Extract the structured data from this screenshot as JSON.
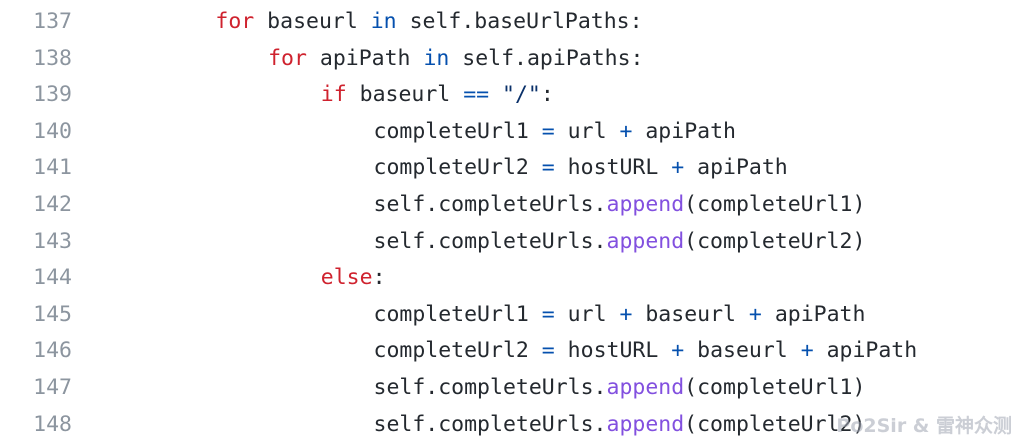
{
  "colors": {
    "keyword": "#cf222e",
    "operator": "#0550ae",
    "string": "#0a3069",
    "function": "#8250df",
    "text": "#24292f",
    "line_number": "#8c959f"
  },
  "lines": [
    {
      "number": "137",
      "indent": 2,
      "tokens": [
        {
          "t": "kw",
          "v": "for"
        },
        {
          "t": "plain",
          "v": " baseurl "
        },
        {
          "t": "op",
          "v": "in"
        },
        {
          "t": "plain",
          "v": " self.baseUrlPaths:"
        }
      ]
    },
    {
      "number": "138",
      "indent": 3,
      "tokens": [
        {
          "t": "kw",
          "v": "for"
        },
        {
          "t": "plain",
          "v": " apiPath "
        },
        {
          "t": "op",
          "v": "in"
        },
        {
          "t": "plain",
          "v": " self.apiPaths:"
        }
      ]
    },
    {
      "number": "139",
      "indent": 4,
      "tokens": [
        {
          "t": "kw",
          "v": "if"
        },
        {
          "t": "plain",
          "v": " baseurl "
        },
        {
          "t": "op",
          "v": "=="
        },
        {
          "t": "plain",
          "v": " "
        },
        {
          "t": "str",
          "v": "\"/\""
        },
        {
          "t": "plain",
          "v": ":"
        }
      ]
    },
    {
      "number": "140",
      "indent": 5,
      "tokens": [
        {
          "t": "plain",
          "v": "completeUrl1 "
        },
        {
          "t": "op",
          "v": "="
        },
        {
          "t": "plain",
          "v": " url "
        },
        {
          "t": "op",
          "v": "+"
        },
        {
          "t": "plain",
          "v": " apiPath"
        }
      ]
    },
    {
      "number": "141",
      "indent": 5,
      "tokens": [
        {
          "t": "plain",
          "v": "completeUrl2 "
        },
        {
          "t": "op",
          "v": "="
        },
        {
          "t": "plain",
          "v": " hostURL "
        },
        {
          "t": "op",
          "v": "+"
        },
        {
          "t": "plain",
          "v": " apiPath"
        }
      ]
    },
    {
      "number": "142",
      "indent": 5,
      "tokens": [
        {
          "t": "plain",
          "v": "self.completeUrls."
        },
        {
          "t": "fn",
          "v": "append"
        },
        {
          "t": "plain",
          "v": "(completeUrl1)"
        }
      ]
    },
    {
      "number": "143",
      "indent": 5,
      "tokens": [
        {
          "t": "plain",
          "v": "self.completeUrls."
        },
        {
          "t": "fn",
          "v": "append"
        },
        {
          "t": "plain",
          "v": "(completeUrl2)"
        }
      ]
    },
    {
      "number": "144",
      "indent": 4,
      "tokens": [
        {
          "t": "kw",
          "v": "else"
        },
        {
          "t": "plain",
          "v": ":"
        }
      ]
    },
    {
      "number": "145",
      "indent": 5,
      "tokens": [
        {
          "t": "plain",
          "v": "completeUrl1 "
        },
        {
          "t": "op",
          "v": "="
        },
        {
          "t": "plain",
          "v": " url "
        },
        {
          "t": "op",
          "v": "+"
        },
        {
          "t": "plain",
          "v": " baseurl "
        },
        {
          "t": "op",
          "v": "+"
        },
        {
          "t": "plain",
          "v": " apiPath"
        }
      ]
    },
    {
      "number": "146",
      "indent": 5,
      "tokens": [
        {
          "t": "plain",
          "v": "completeUrl2 "
        },
        {
          "t": "op",
          "v": "="
        },
        {
          "t": "plain",
          "v": " hostURL "
        },
        {
          "t": "op",
          "v": "+"
        },
        {
          "t": "plain",
          "v": " baseurl "
        },
        {
          "t": "op",
          "v": "+"
        },
        {
          "t": "plain",
          "v": " apiPath"
        }
      ]
    },
    {
      "number": "147",
      "indent": 5,
      "tokens": [
        {
          "t": "plain",
          "v": "self.completeUrls."
        },
        {
          "t": "fn",
          "v": "append"
        },
        {
          "t": "plain",
          "v": "(completeUrl1)"
        }
      ]
    },
    {
      "number": "148",
      "indent": 5,
      "tokens": [
        {
          "t": "plain",
          "v": "self.completeUrls."
        },
        {
          "t": "fn",
          "v": "append"
        },
        {
          "t": "plain",
          "v": "(completeUrl2)"
        }
      ]
    }
  ],
  "watermark": "Po2Sir & 雷神众测"
}
